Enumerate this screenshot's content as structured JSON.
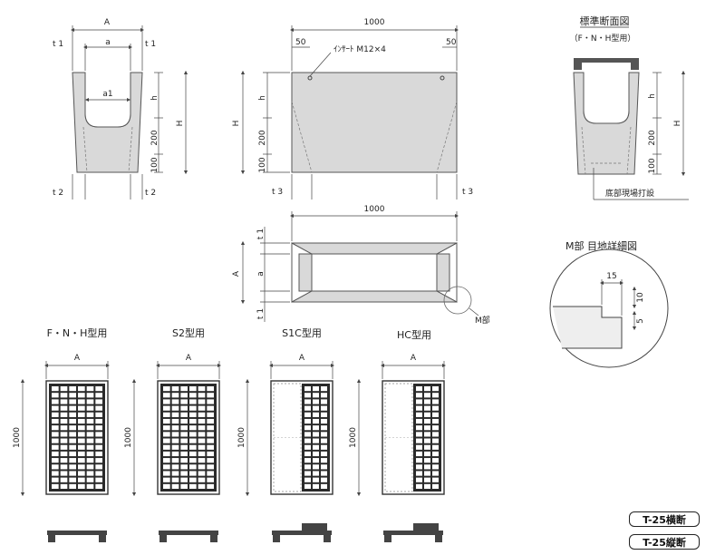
{
  "labels": {
    "A": "A",
    "a": "a",
    "a1": "a1",
    "t1": "t 1",
    "t2": "t 2",
    "t3": "t 3",
    "h": "h",
    "H": "H",
    "d200": "200",
    "d100": "100",
    "d1000": "1000",
    "d50": "50",
    "insert": "ｲﾝｻｰﾄ M12×4"
  },
  "standard_section": {
    "title": "標準断面図",
    "subtitle": "（F・N・H型用）",
    "note": "底部現場打設"
  },
  "m_part": {
    "label": "M部",
    "title": "M部 目地詳細図",
    "d15": "15",
    "d10": "10",
    "d5": "5"
  },
  "grates": [
    {
      "title": "F・N・H型用"
    },
    {
      "title": "S2型用"
    },
    {
      "title": "S1C型用"
    },
    {
      "title": "HC型用"
    }
  ],
  "tags": {
    "cross": "T-25横断",
    "longitudinal": "T-25縦断"
  },
  "colors": {
    "concrete": "#d9d9d9",
    "line": "#555555",
    "grate": "#2a2a2a"
  }
}
